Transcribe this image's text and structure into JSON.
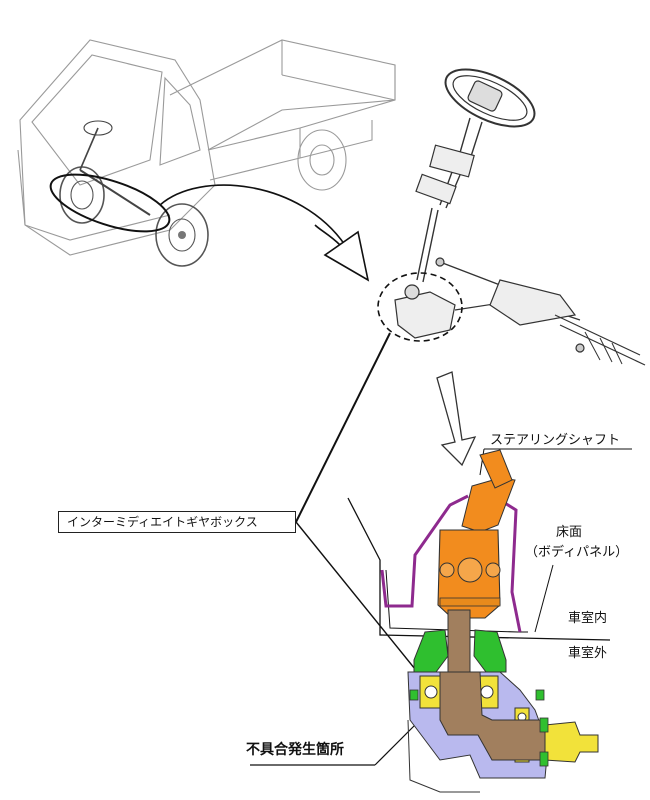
{
  "labels": {
    "steering_shaft": "ステアリングシャフト",
    "floor_line1": "床面",
    "floor_line2": "（ボディパネル）",
    "cabin_inside": "車室内",
    "cabin_outside": "車室外",
    "intermediate_gearbox": "インターミディエイトギヤボックス",
    "defect_location": "不具合発生箇所"
  },
  "colors": {
    "shaft_orange": "#f28c1e",
    "boot_purple": "#8e2a8e",
    "seal_green": "#2fbf2f",
    "housing_blue": "#b9b9ee",
    "bearing_yellow": "#f2e23a",
    "shaft_brown": "#a17f5e"
  }
}
